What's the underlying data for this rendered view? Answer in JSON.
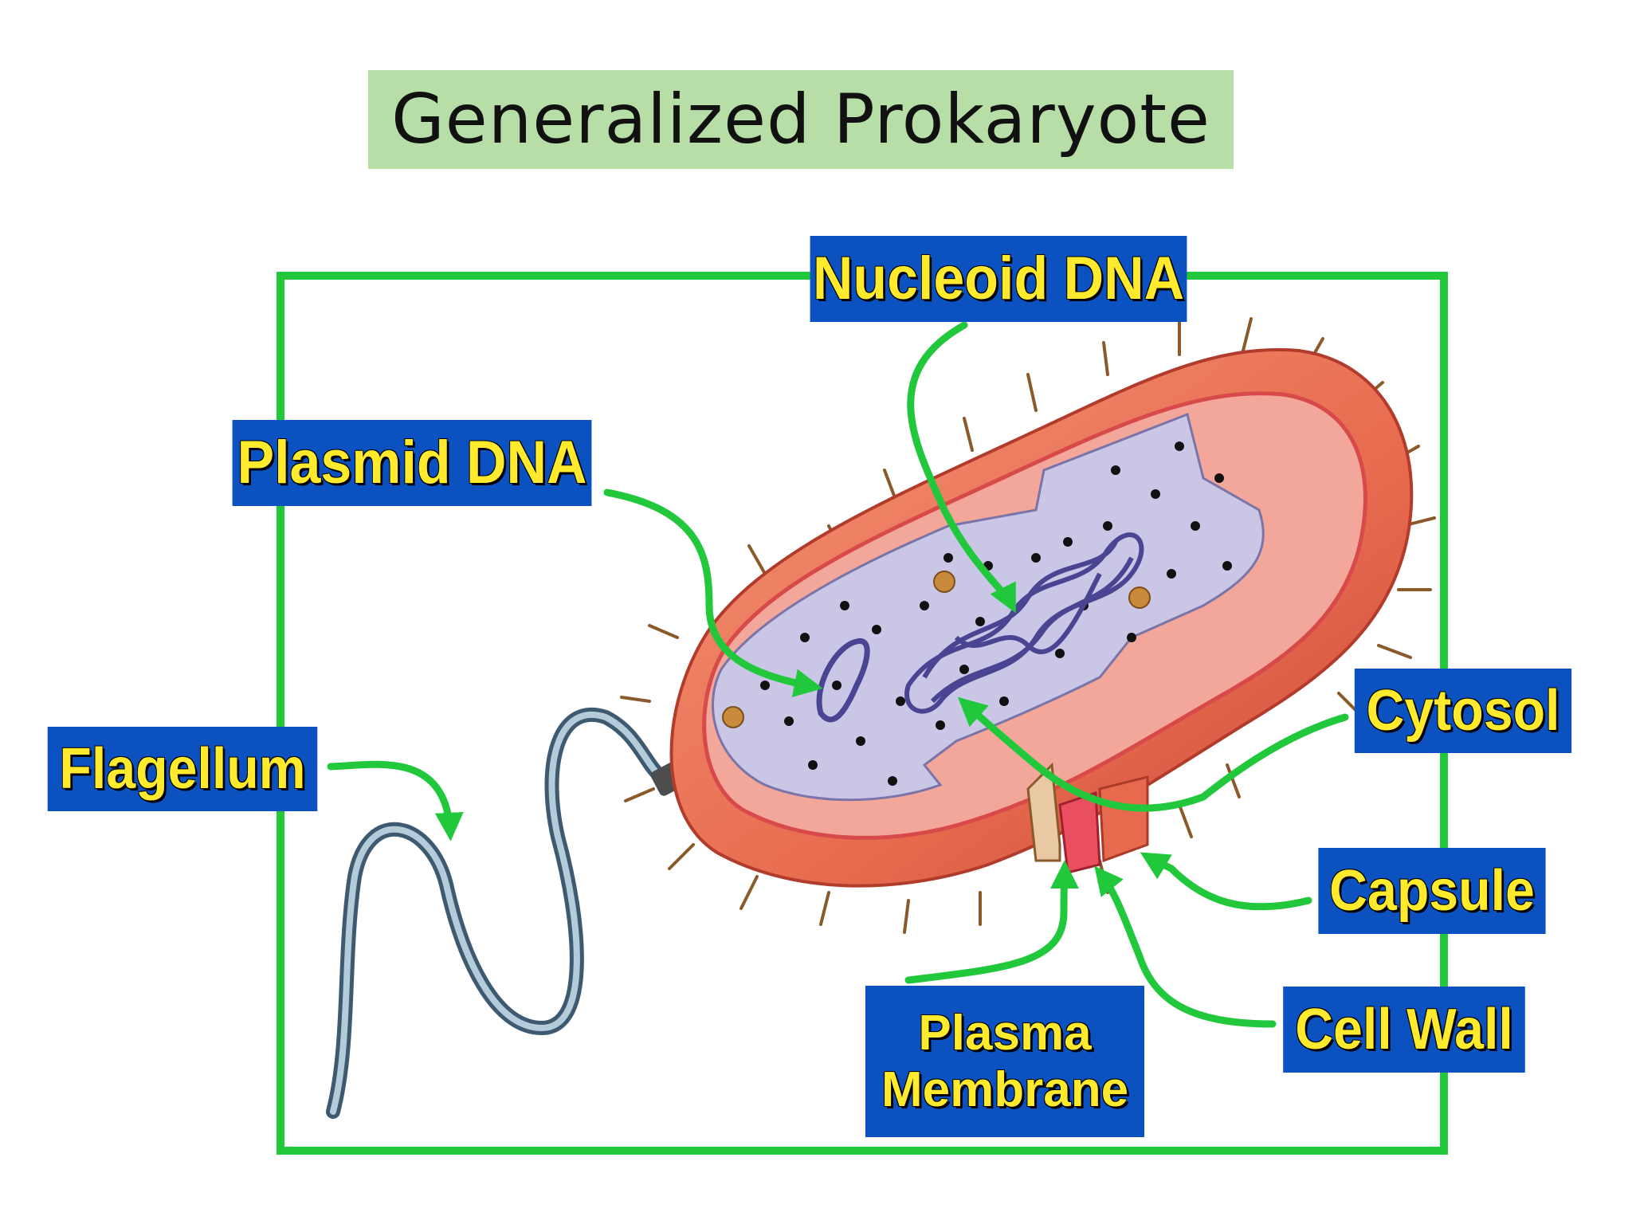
{
  "title": "Generalized Prokaryote",
  "labels": {
    "nucleoid_dna": "Nucleoid DNA",
    "plasmid_dna": "Plasmid DNA",
    "flagellum": "Flagellum",
    "cytosol": "Cytosol",
    "capsule": "Capsule",
    "cell_wall": "Cell Wall",
    "plasma_membrane_line1": "Plasma",
    "plasma_membrane_line2": "Membrane"
  },
  "colors": {
    "title_background": "#b6dea6",
    "frame_green": "#22c83c",
    "arrow_green": "#22c83c",
    "label_background": "#0b52c0",
    "label_text": "#ffea2e",
    "capsule": "#e86a4e",
    "cell_wall": "#f3a79a",
    "cytosol": "#c9c6e6",
    "flagellum": "#6f8fa6"
  }
}
